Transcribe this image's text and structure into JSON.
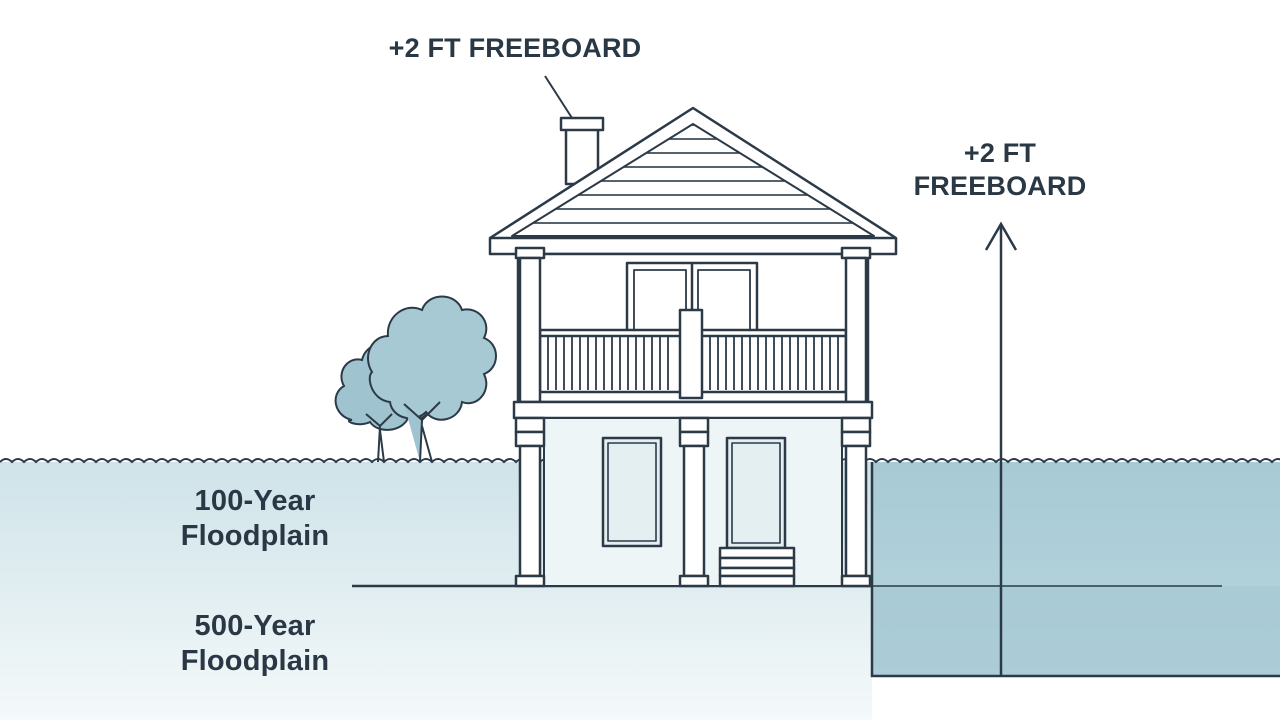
{
  "labels": {
    "freeboard_top": "+2 FT FREEBOARD",
    "freeboard_right_line1": "+2 FT",
    "freeboard_right_line2": "FREEBOARD",
    "floodplain_100_line1": "100-Year",
    "floodplain_100_line2": "Floodplain",
    "floodplain_500_line1": "500-Year",
    "floodplain_500_line2": "Floodplain"
  },
  "colors": {
    "line": "#2c3a47",
    "water_light": "#dcebef",
    "water_deep": "#a9ccd6",
    "tree": "#9fc4cf",
    "background": "#ffffff"
  },
  "icons": {
    "elevation_arrow": "arrow-up-icon",
    "tree": "tree-icon",
    "house": "elevated-house-icon"
  }
}
